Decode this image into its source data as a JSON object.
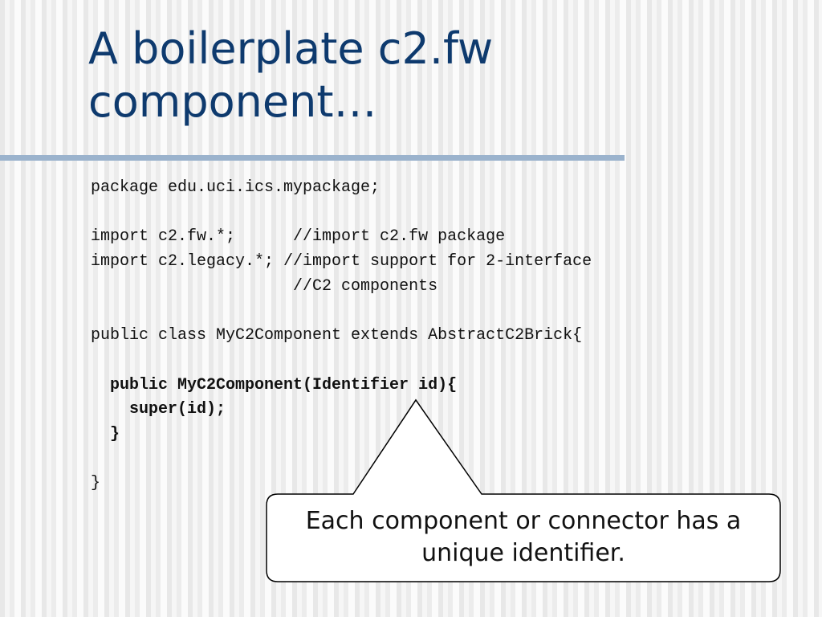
{
  "slide": {
    "title_line1": "A boilerplate c2.fw",
    "title_line2": "component…",
    "code_lines": [
      "package edu.uci.ics.mypackage;",
      "",
      "import c2.fw.*;      //import c2.fw package",
      "import c2.legacy.*; //import support for 2-interface",
      "                     //C2 components",
      "",
      "public class MyC2Component extends AbstractC2Brick{",
      "",
      "  public MyC2Component(Identifier id){",
      "    super(id);",
      "  }",
      "",
      "}"
    ],
    "callout_text": "Each component or connector has a unique identifier.",
    "colors": {
      "title": "#0e3a6e",
      "rule": "#9bb3cd",
      "code": "#111111"
    }
  }
}
